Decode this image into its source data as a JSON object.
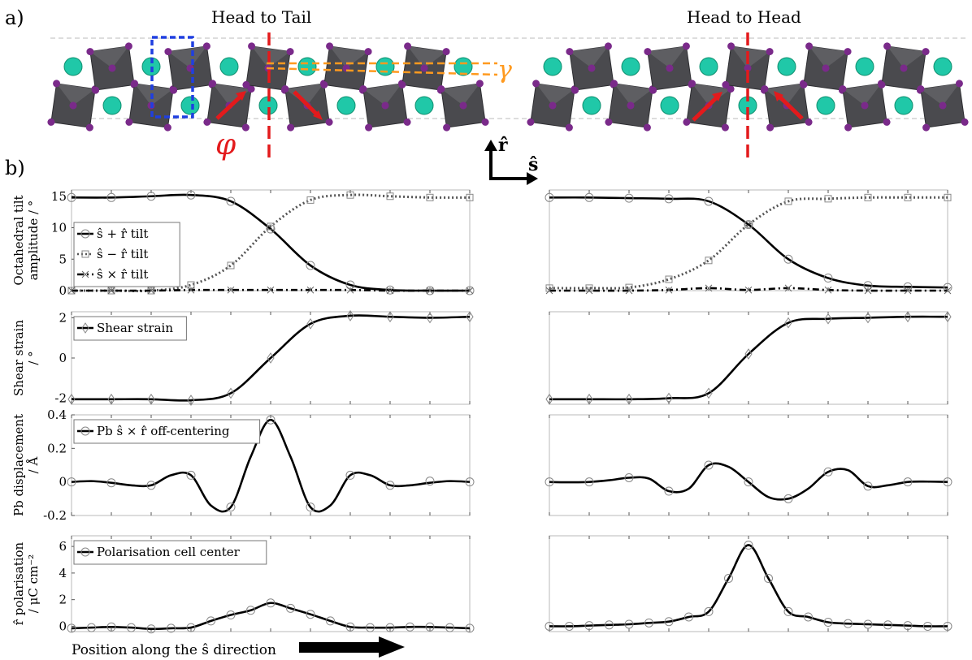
{
  "panel_a_label": "a)",
  "panel_b_label": "b)",
  "structure": {
    "left_title": "Head to Tail",
    "right_title": "Head to Head",
    "phi_symbol": "φ",
    "gamma_symbol": "γ",
    "r_axis_label": "r̂",
    "s_axis_label": "ŝ",
    "colors": {
      "octahedra": "#4a4a4e",
      "iodide": "#7a2a8a",
      "cation": "#20c8a8",
      "boundary": "#e31a1c",
      "unit_cell": "#1f3fe0",
      "gamma_lines": "#ff9a1f"
    }
  },
  "xaxis_caption": "Position along the ŝ direction",
  "chart_data": [
    {
      "type": "line",
      "panel": "tilt-left",
      "ylabel": [
        "Octahedral tilt",
        "amplitude / °"
      ],
      "ylim": [
        0,
        16
      ],
      "yticks": [
        0,
        5,
        10,
        15
      ],
      "x": [
        0,
        1,
        2,
        3,
        4,
        5,
        6,
        7,
        8,
        9,
        10
      ],
      "series": [
        {
          "name": "ŝ + r̂ tilt",
          "style": "solid",
          "marker": "circle",
          "values": [
            14.8,
            14.8,
            15.0,
            15.2,
            14.2,
            9.8,
            4.0,
            0.9,
            0.1,
            0.0,
            0.0
          ]
        },
        {
          "name": "ŝ − r̂ tilt",
          "style": "dotted",
          "marker": "square",
          "values": [
            0.0,
            0.0,
            0.0,
            0.9,
            4.0,
            10.2,
            14.4,
            15.2,
            15.0,
            14.8,
            14.8
          ]
        },
        {
          "name": "ŝ × r̂ tilt",
          "style": "dashdot",
          "marker": "star",
          "values": [
            0.0,
            0.0,
            0.0,
            0.1,
            0.1,
            0.1,
            0.1,
            0.1,
            0.0,
            0.0,
            0.0
          ]
        }
      ]
    },
    {
      "type": "line",
      "panel": "tilt-right",
      "ylim": [
        0,
        16
      ],
      "x": [
        0,
        1,
        2,
        3,
        4,
        5,
        6,
        7,
        8,
        9,
        10
      ],
      "series": [
        {
          "name": "ŝ + r̂ tilt",
          "style": "solid",
          "marker": "circle",
          "values": [
            14.8,
            14.8,
            14.7,
            14.6,
            14.2,
            10.5,
            5.0,
            2.0,
            0.8,
            0.6,
            0.5
          ]
        },
        {
          "name": "ŝ − r̂ tilt",
          "style": "dotted",
          "marker": "square",
          "values": [
            0.4,
            0.4,
            0.5,
            1.8,
            4.8,
            10.5,
            14.2,
            14.6,
            14.8,
            14.8,
            14.8
          ]
        },
        {
          "name": "ŝ × r̂ tilt",
          "style": "dashdot",
          "marker": "star",
          "values": [
            0.0,
            0.0,
            0.0,
            0.1,
            0.4,
            0.1,
            0.4,
            0.1,
            0.0,
            0.0,
            0.0
          ]
        }
      ]
    },
    {
      "type": "line",
      "panel": "strain-left",
      "ylabel": [
        "Shear strain",
        "/ °"
      ],
      "ylim": [
        -2.3,
        2.3
      ],
      "yticks": [
        -2,
        0,
        2
      ],
      "x": [
        0,
        1,
        2,
        3,
        4,
        5,
        6,
        7,
        8,
        9,
        10
      ],
      "series": [
        {
          "name": "Shear strain",
          "style": "solid",
          "marker": "diamond",
          "values": [
            -2.05,
            -2.05,
            -2.05,
            -2.1,
            -1.75,
            0.0,
            1.7,
            2.1,
            2.05,
            2.0,
            2.05
          ]
        }
      ]
    },
    {
      "type": "line",
      "panel": "strain-right",
      "ylim": [
        -2.3,
        2.3
      ],
      "x": [
        0,
        1,
        2,
        3,
        4,
        5,
        6,
        7,
        8,
        9,
        10
      ],
      "series": [
        {
          "name": "Shear strain",
          "style": "solid",
          "marker": "diamond",
          "values": [
            -2.05,
            -2.05,
            -2.05,
            -2.0,
            -1.75,
            0.2,
            1.75,
            1.95,
            2.0,
            2.05,
            2.05
          ]
        }
      ]
    },
    {
      "type": "line",
      "panel": "pb-left",
      "ylabel": [
        "Pb displacement",
        "/ Å"
      ],
      "ylim": [
        -0.2,
        0.4
      ],
      "yticks": [
        -0.2,
        0,
        0.2,
        0.4
      ],
      "x": [
        0,
        0.5,
        1,
        1.5,
        2,
        2.5,
        3,
        3.5,
        4,
        4.5,
        5,
        5.5,
        6,
        6.5,
        7,
        7.5,
        8,
        8.5,
        9,
        9.5,
        10
      ],
      "markers_x": [
        0,
        1,
        2,
        3,
        4,
        5,
        6,
        7,
        8,
        9,
        10
      ],
      "series": [
        {
          "name": "Pb ŝ × r̂ off-centering",
          "style": "solid",
          "marker": "circle",
          "values": [
            0.0,
            0.005,
            -0.005,
            -0.02,
            -0.02,
            0.04,
            0.04,
            -0.14,
            -0.15,
            0.15,
            0.37,
            0.15,
            -0.15,
            -0.14,
            0.04,
            0.04,
            -0.02,
            -0.02,
            -0.005,
            0.005,
            0.0
          ],
          "marker_values": [
            0.0,
            -0.005,
            -0.02,
            0.04,
            -0.15,
            0.37,
            -0.15,
            0.04,
            -0.02,
            0.005,
            0.0
          ]
        }
      ]
    },
    {
      "type": "line",
      "panel": "pb-right",
      "ylim": [
        -0.2,
        0.4
      ],
      "x": [
        0,
        0.5,
        1,
        1.5,
        2,
        2.5,
        3,
        3.5,
        4,
        4.5,
        5,
        5.5,
        6,
        6.5,
        7,
        7.5,
        8,
        8.5,
        9,
        9.5,
        10
      ],
      "markers_x": [
        0,
        1,
        2,
        3,
        4,
        5,
        6,
        7,
        8,
        9,
        10
      ],
      "series": [
        {
          "name": "Pb ŝ × r̂ off-centering",
          "style": "solid",
          "marker": "circle",
          "values": [
            0.0,
            -0.002,
            0.0,
            0.01,
            0.025,
            0.02,
            -0.055,
            -0.04,
            0.1,
            0.09,
            0.0,
            -0.09,
            -0.1,
            -0.04,
            0.06,
            0.07,
            -0.025,
            -0.02,
            0.0,
            0.002,
            0.0
          ],
          "marker_values": [
            0.0,
            0.0,
            0.025,
            -0.055,
            0.1,
            0.0,
            -0.1,
            0.06,
            -0.025,
            0.0,
            0.0
          ]
        }
      ]
    },
    {
      "type": "line",
      "panel": "pol-left",
      "ylabel": [
        "r̂ polarisation",
        "/ μC cm⁻²"
      ],
      "ylim": [
        -0.4,
        6.8
      ],
      "yticks": [
        0,
        2,
        4,
        6
      ],
      "x": [
        0,
        0.5,
        1,
        1.5,
        2,
        2.5,
        3,
        3.5,
        4,
        4.5,
        5,
        5.5,
        6,
        6.5,
        7,
        7.5,
        8,
        8.5,
        9,
        9.5,
        10
      ],
      "series": [
        {
          "name": "Polarisation cell center",
          "style": "solid",
          "marker": "circle",
          "values": [
            -0.15,
            -0.1,
            -0.05,
            -0.1,
            -0.2,
            -0.15,
            -0.1,
            0.4,
            0.85,
            1.2,
            1.75,
            1.35,
            0.9,
            0.4,
            -0.05,
            -0.1,
            -0.1,
            -0.05,
            -0.05,
            -0.1,
            -0.15
          ]
        }
      ]
    },
    {
      "type": "line",
      "panel": "pol-right",
      "ylim": [
        -0.4,
        6.8
      ],
      "x": [
        0,
        0.5,
        1,
        1.5,
        2,
        2.5,
        3,
        3.5,
        4,
        4.5,
        5,
        5.5,
        6,
        6.5,
        7,
        7.5,
        8,
        8.5,
        9,
        9.5,
        10
      ],
      "series": [
        {
          "name": "Polarisation cell center",
          "style": "solid",
          "marker": "circle",
          "values": [
            0.0,
            0.0,
            0.05,
            0.1,
            0.15,
            0.25,
            0.35,
            0.7,
            1.1,
            3.6,
            6.1,
            3.6,
            1.1,
            0.7,
            0.3,
            0.2,
            0.15,
            0.1,
            0.05,
            0.0,
            0.0
          ]
        }
      ]
    }
  ]
}
